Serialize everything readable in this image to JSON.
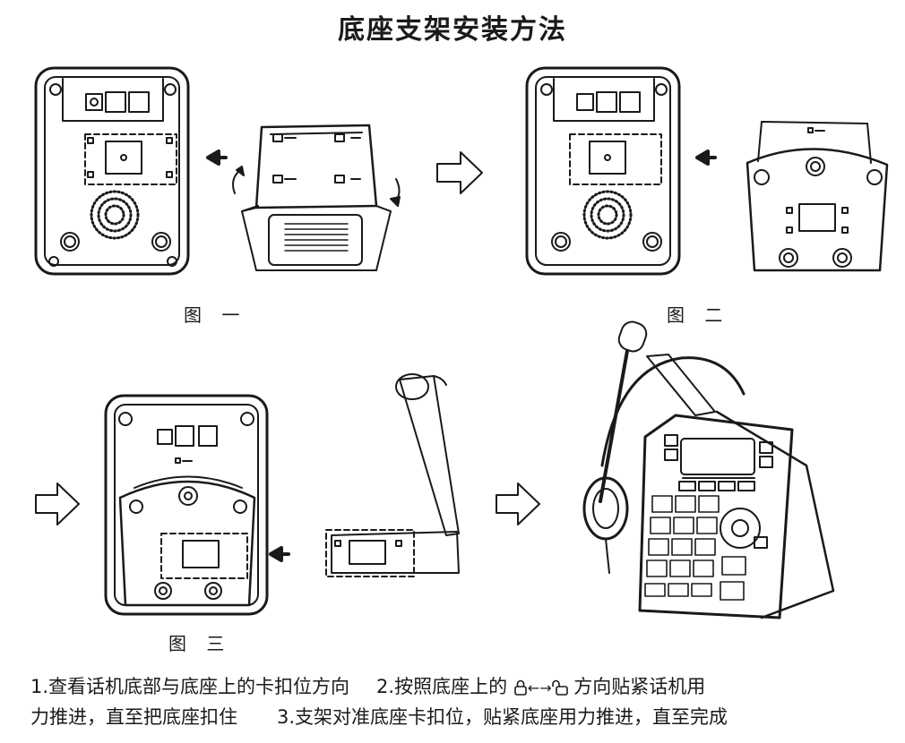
{
  "title": "底座支架安装方法",
  "captions": {
    "fig1": "图 一",
    "fig2": "图 二",
    "fig3": "图 三"
  },
  "instructions": {
    "step1": "1.查看话机底部与底座上的卡扣位方向",
    "step2_prefix": "2.按照底座上的",
    "lock_arrows": "←→",
    "step2_suffix": "方向贴紧话机用",
    "step2_cont": "力推进，直至把底座扣住",
    "step3": "3.支架对准底座卡扣位，贴紧底座用力推进，直至完成"
  },
  "icons": [
    "lock-icon",
    "unlock-icon",
    "arrow-left-icon",
    "hollow-arrow-right-icon",
    "rotate-arrow-icon"
  ],
  "colors": {
    "line": "#1a1a1a",
    "fill": "#ffffff",
    "shade": "#d8d8d8"
  }
}
